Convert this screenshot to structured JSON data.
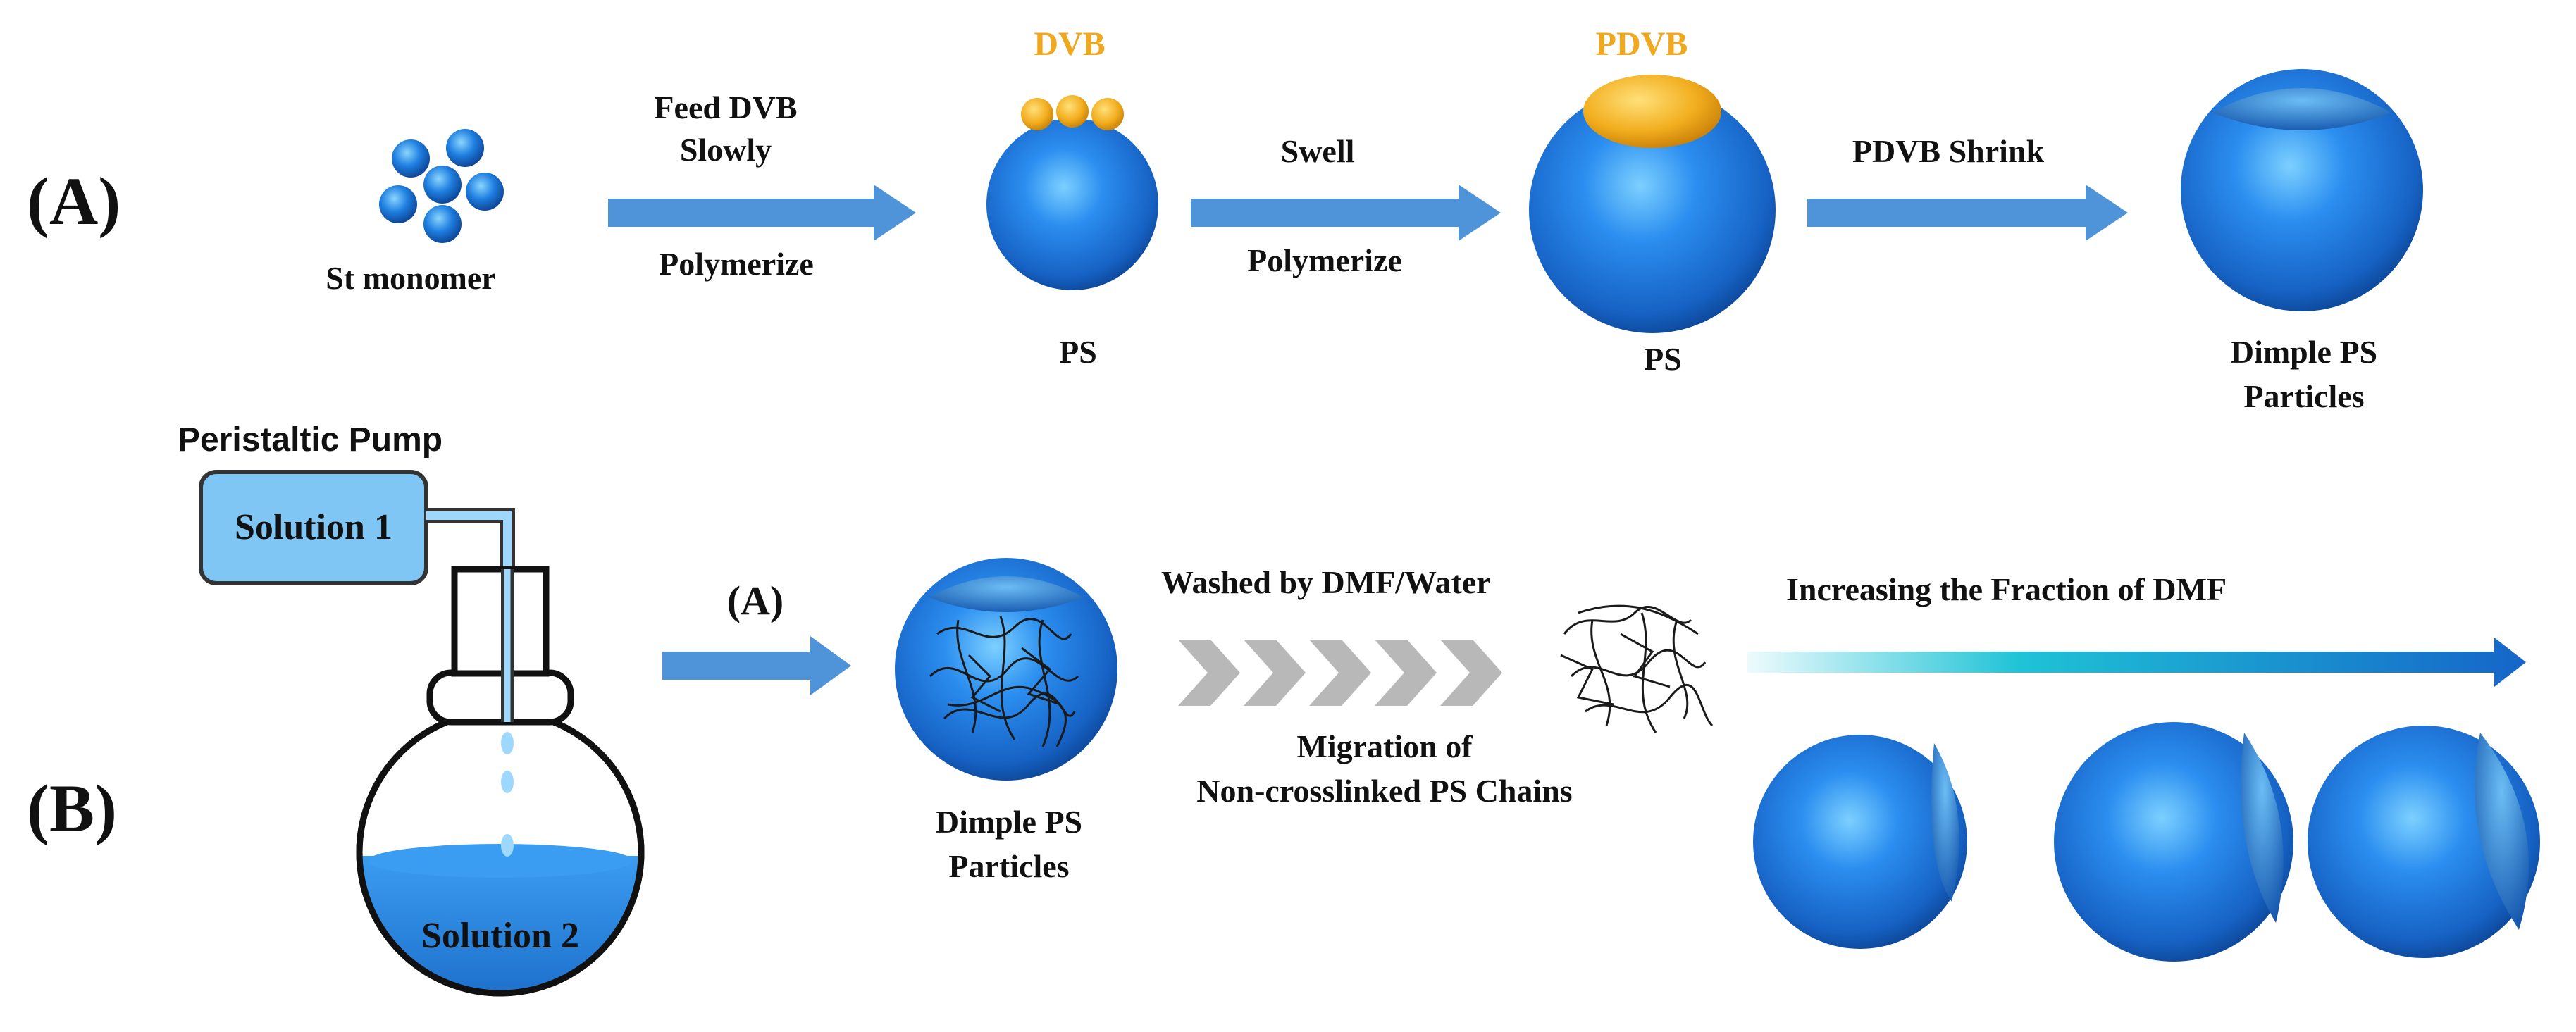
{
  "panel_a": {
    "label": "(A)",
    "monomer_label": "St monomer",
    "step1_top_line1": "Feed  DVB",
    "step1_top_line2": "Slowly",
    "step1_bottom": "Polymerize",
    "dvb_label": "DVB",
    "ps1_label": "PS",
    "step2_top": "Swell",
    "step2_bottom": "Polymerize",
    "pdvb_label": "PDVB",
    "ps2_label": "PS",
    "step3_top": "PDVB Shrink",
    "dimple_line1": "Dimple PS",
    "dimple_line2": "Particles"
  },
  "panel_b": {
    "label": "(B)",
    "pump_label": "Peristaltic Pump",
    "solution1": "Solution 1",
    "solution2": "Solution 2",
    "arrow_label": "(A)",
    "dimple_line1": "Dimple PS",
    "dimple_line2": "Particles",
    "washed_label": "Washed by DMF/Water",
    "migration_line1": "Migration  of",
    "migration_line2": "Non-crosslinked PS Chains",
    "fraction_label": "Increasing the Fraction of DMF"
  },
  "colors": {
    "sphere_blue": "#1f78d6",
    "sphere_dark": "#0a3f8c",
    "arrow_blue": "#4f93d8",
    "dvb_orange": "#f0a81e",
    "solution1_fill": "#7fc6f5",
    "solution2_fill": "#2a86de",
    "chevron_gray": "#b8b8b8",
    "gradient_start": "#e6f8fb",
    "gradient_mid": "#1fc3d6",
    "gradient_end": "#1565c8"
  }
}
